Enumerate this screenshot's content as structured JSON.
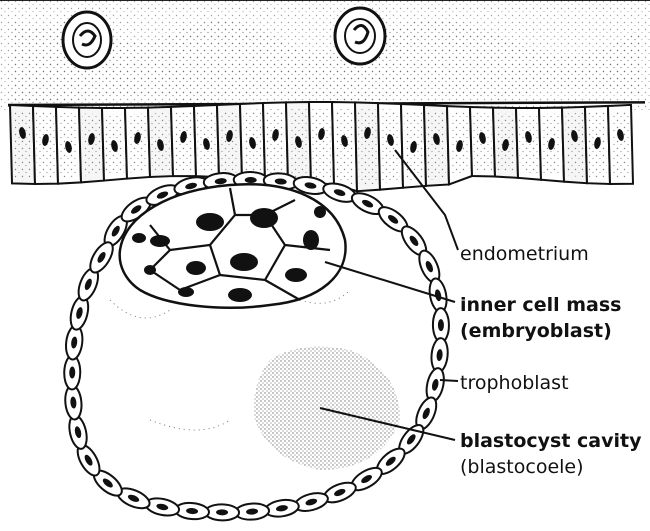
{
  "labels": {
    "endometrium": "endometrium",
    "inner_cell_mass": "inner cell mass",
    "embryoblast": "(embryoblast)",
    "trophoblast": "trophoblast",
    "blastocyst_cavity": "blastocyst cavity",
    "blastocoele": "(blastocoele)"
  },
  "colors": {
    "ink": "#111111",
    "stipple": "#555555",
    "background": "#ffffff"
  }
}
